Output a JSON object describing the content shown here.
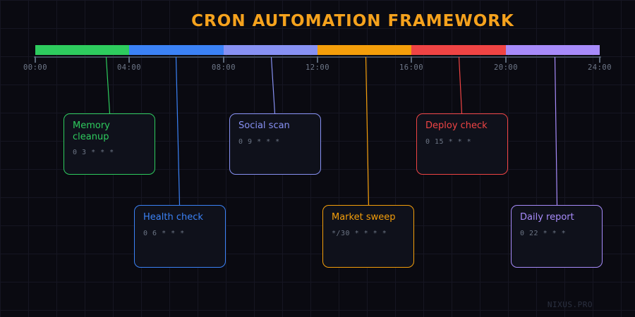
{
  "header": {
    "title": "CRON AUTOMATION FRAMEWORK",
    "color": "#f5a21d"
  },
  "timeline": {
    "ticks": [
      "00:00",
      "04:00",
      "08:00",
      "12:00",
      "16:00",
      "20:00",
      "24:00"
    ],
    "axis_color": "#3f4a59",
    "tick_color": "#5c6879",
    "label_color": "#6f7889"
  },
  "jobs": [
    {
      "name": "Memory cleanup",
      "cron": "0 3 * * *",
      "color": "#2ecc5e"
    },
    {
      "name": "Health check",
      "cron": "0 6 * * *",
      "color": "#3b82f6"
    },
    {
      "name": "Social scan",
      "cron": "0 9 * * *",
      "color": "#8791f3"
    },
    {
      "name": "Market sweep",
      "cron": "*/30 * * * *",
      "color": "#f49e0a"
    },
    {
      "name": "Deploy check",
      "cron": "0 15 * * *",
      "color": "#ef4444"
    },
    {
      "name": "Daily report",
      "cron": "0 22 * * *",
      "color": "#a78bfa"
    }
  ],
  "colors": {
    "background": "#0a0a11",
    "grid": "#161622",
    "card_background": "#0f111b",
    "cron_text": "#6c7585",
    "watermark": "#2b3040"
  },
  "watermark": "NIXUS.PRO"
}
